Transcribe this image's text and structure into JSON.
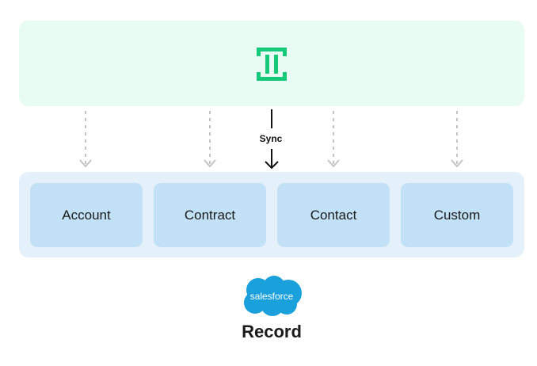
{
  "source_app": {
    "logo_icon": "integration-logo-icon",
    "logo_color": "#14c97a"
  },
  "sync": {
    "label": "Sync"
  },
  "objects": [
    {
      "label": "Account"
    },
    {
      "label": "Contract"
    },
    {
      "label": "Contact"
    },
    {
      "label": "Custom"
    }
  ],
  "target": {
    "logo_icon": "salesforce-cloud-icon",
    "logo_text": "salesforce",
    "logo_color": "#1aa0db",
    "label": "Record"
  }
}
